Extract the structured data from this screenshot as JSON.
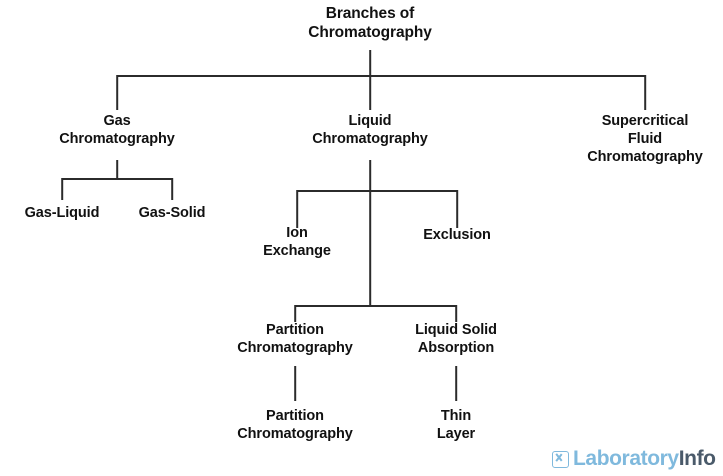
{
  "diagram": {
    "title": "Branches of Chromatography",
    "background_color": "#ffffff",
    "line_color": "#2b2b2b",
    "text_color": "#111111",
    "nodes": {
      "root": "Branches of\nChromatography",
      "gas": "Gas\nChromatography",
      "liquid": "Liquid\nChromatography",
      "supercritical": "Supercritical\nFluid\nChromatography",
      "gas_liquid": "Gas-Liquid",
      "gas_solid": "Gas-Solid",
      "ion_exchange": "Ion\nExchange",
      "exclusion": "Exclusion",
      "partition": "Partition\nChromatography",
      "liquid_solid": "Liquid Solid\nAbsorption",
      "partition_leaf": "Partition\nChromatography",
      "thin_layer": "Thin\nLayer"
    }
  },
  "logo": {
    "icon": "laboratory-flask-icon",
    "text_primary": "Laborator",
    "text_primary_tail": "y",
    "text_secondary": "Info",
    "color_primary": "#7fb9dd",
    "color_secondary": "#4a5a6a"
  }
}
